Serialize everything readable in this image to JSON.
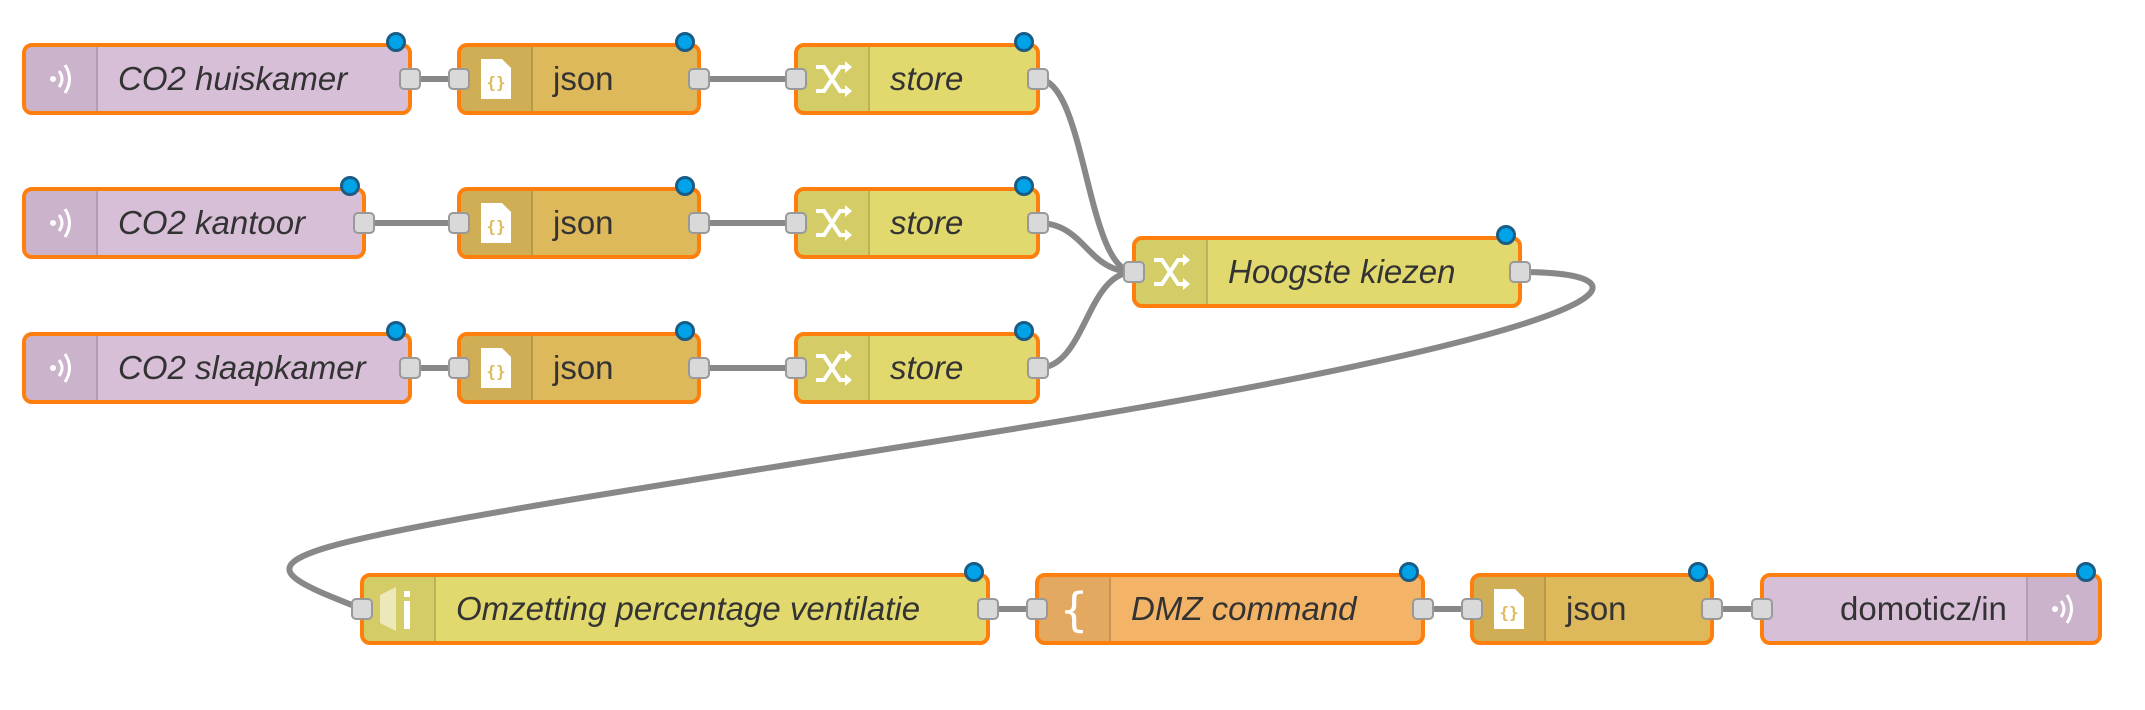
{
  "colors": {
    "mqtt": "#d8bfd8",
    "json": "#deb95c",
    "function": "#e2d96e",
    "template": "#f3b468",
    "border": "#ff7f0e",
    "wire": "#888888",
    "status": "#00a3e8"
  },
  "nodes": [
    {
      "id": "n1",
      "label": "CO2 huiskamer",
      "type": "mqtt-in",
      "icon": "mqtt-wave-icon",
      "italic": true
    },
    {
      "id": "n2",
      "label": "CO2 kantoor",
      "type": "mqtt-in",
      "icon": "mqtt-wave-icon",
      "italic": true
    },
    {
      "id": "n3",
      "label": "CO2 slaapkamer",
      "type": "mqtt-in",
      "icon": "mqtt-wave-icon",
      "italic": true
    },
    {
      "id": "n4",
      "label": "json",
      "type": "json",
      "icon": "json-file-icon",
      "italic": false
    },
    {
      "id": "n5",
      "label": "json",
      "type": "json",
      "icon": "json-file-icon",
      "italic": false
    },
    {
      "id": "n6",
      "label": "json",
      "type": "json",
      "icon": "json-file-icon",
      "italic": false
    },
    {
      "id": "n7",
      "label": "store",
      "type": "change",
      "icon": "shuffle-icon",
      "italic": true
    },
    {
      "id": "n8",
      "label": "store",
      "type": "change",
      "icon": "shuffle-icon",
      "italic": true
    },
    {
      "id": "n9",
      "label": "store",
      "type": "change",
      "icon": "shuffle-icon",
      "italic": true
    },
    {
      "id": "n10",
      "label": "Hoogste kiezen",
      "type": "change",
      "icon": "shuffle-icon",
      "italic": true
    },
    {
      "id": "n11",
      "label": "Omzetting percentage ventilatie",
      "type": "range",
      "icon": "range-icon",
      "italic": true
    },
    {
      "id": "n12",
      "label": "DMZ command",
      "type": "template",
      "icon": "brace-icon",
      "italic": true
    },
    {
      "id": "n13",
      "label": "json",
      "type": "json",
      "icon": "json-file-icon",
      "italic": false
    },
    {
      "id": "n14",
      "label": "domoticz/in",
      "type": "mqtt-out",
      "icon": "mqtt-wave-icon",
      "italic": false
    }
  ],
  "wires": [
    [
      "n1",
      "n4"
    ],
    [
      "n2",
      "n5"
    ],
    [
      "n3",
      "n6"
    ],
    [
      "n4",
      "n7"
    ],
    [
      "n5",
      "n8"
    ],
    [
      "n6",
      "n9"
    ],
    [
      "n7",
      "n10"
    ],
    [
      "n8",
      "n10"
    ],
    [
      "n9",
      "n10"
    ],
    [
      "n10",
      "n11"
    ],
    [
      "n11",
      "n12"
    ],
    [
      "n12",
      "n13"
    ],
    [
      "n13",
      "n14"
    ]
  ]
}
